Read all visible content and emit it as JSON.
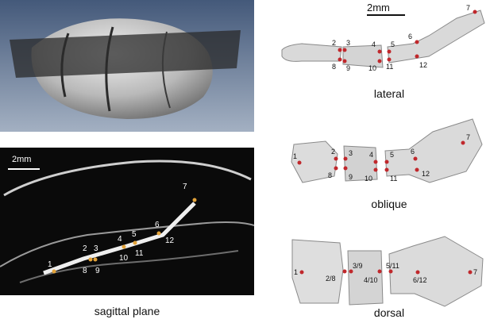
{
  "scalebars": {
    "ct": "2mm",
    "right": "2mm"
  },
  "captions": {
    "sagittal": "sagittal plane",
    "lateral": "lateral",
    "oblique": "oblique",
    "dorsal": "dorsal"
  },
  "landmarks": {
    "ct": [
      "1",
      "2",
      "3",
      "4",
      "5",
      "6",
      "7",
      "8",
      "9",
      "10",
      "11",
      "12"
    ],
    "lateral": [
      "2",
      "3",
      "4",
      "5",
      "6",
      "7",
      "8",
      "9",
      "10",
      "11",
      "12"
    ],
    "oblique": [
      "1",
      "2",
      "3",
      "4",
      "5",
      "6",
      "7",
      "8",
      "9",
      "10",
      "11",
      "12"
    ],
    "dorsal": [
      "1",
      "2/8",
      "3/9",
      "4/10",
      "5/11",
      "6/12",
      "7"
    ]
  },
  "colors": {
    "landmark": "#c0282c",
    "ct_landmark": "#e3a33a"
  }
}
